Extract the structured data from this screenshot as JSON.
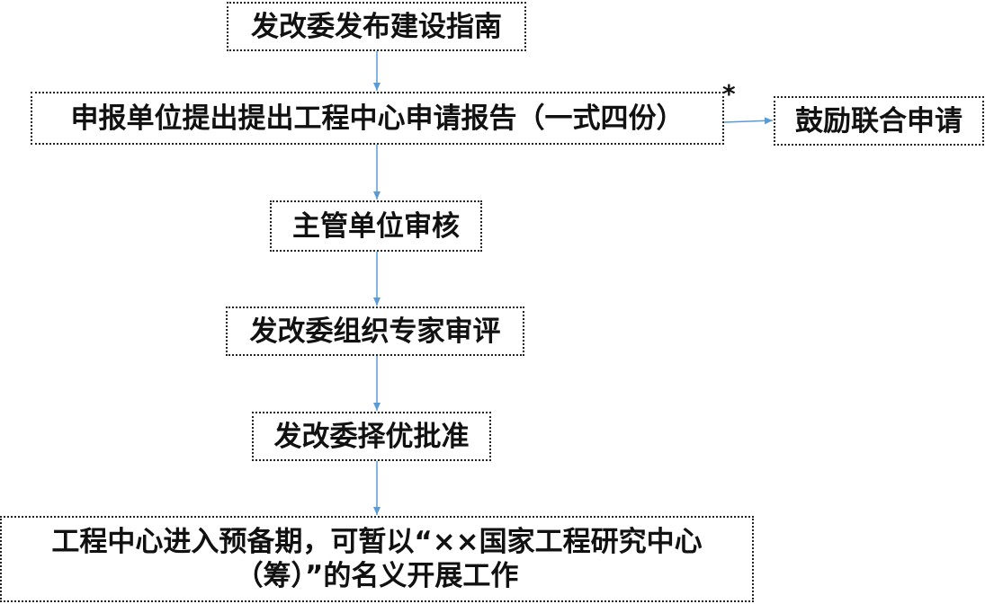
{
  "flowchart": {
    "step1": "发改委发布建设指南",
    "step2": "申报单位提出提出工程中心申请报告（一式四份）",
    "side_note": "鼓励联合申请",
    "step3": "主管单位审核",
    "step4": "发改委组织专家审评",
    "step5": "发改委择优批准",
    "step6_line1": "工程中心进入预备期，可暂以“××国家工程研究中心",
    "step6_line2": "（筹）”的名义开展工作",
    "asterisk": "*"
  },
  "colors": {
    "arrow": "#5b9bd5",
    "border": "#222222",
    "text": "#111111"
  }
}
